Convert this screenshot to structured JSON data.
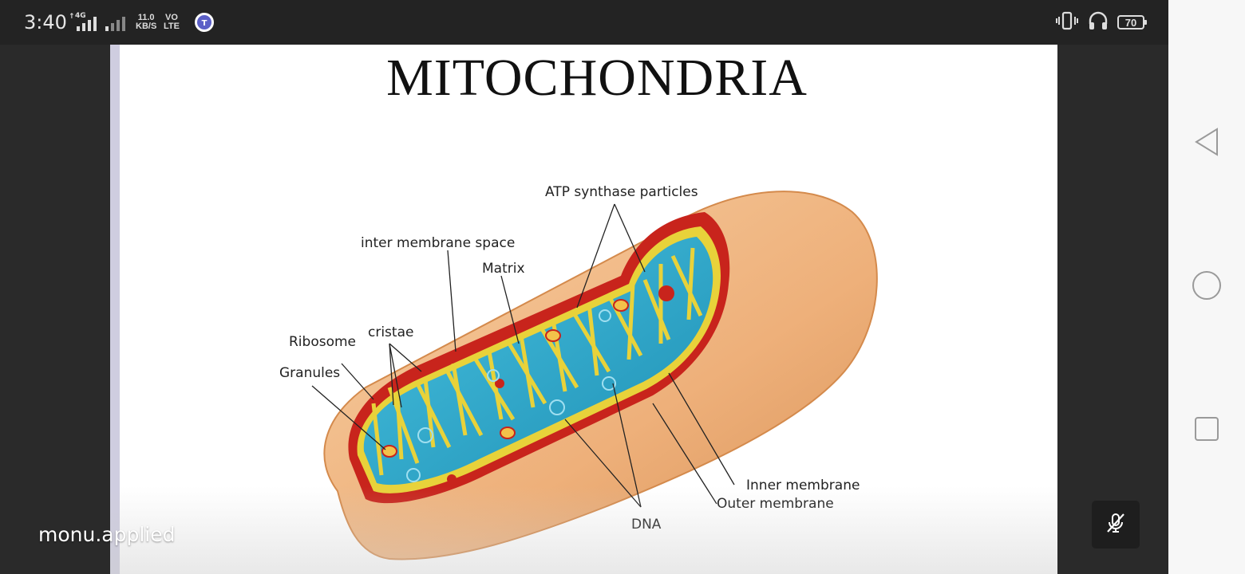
{
  "status_bar": {
    "time": "3:40",
    "network_label": "4G",
    "speed_value": "11.0",
    "speed_unit": "KB/S",
    "volte_top": "VO",
    "volte_bottom": "LTE",
    "battery_level": "70",
    "icons": [
      "signal-icon",
      "teams-icon",
      "vibrate-icon",
      "headphones-icon",
      "battery-icon"
    ]
  },
  "slide": {
    "title": "MITOCHONDRIA",
    "labels": {
      "atp": "ATP synthase particles",
      "intermembrane": "inter membrane space",
      "matrix": "Matrix",
      "cristae": "cristae",
      "ribosome": "Ribosome",
      "granules": "Granules",
      "inner": "Inner membrane",
      "outer": "Outer membrane",
      "dna": "DNA"
    },
    "colors": {
      "outer_membrane": "#f0b480",
      "matrix": "#2aa7c9",
      "cristae_outline": "#e8d23a",
      "red_layer": "#c8241c"
    }
  },
  "overlay": {
    "channel_name": "monu.applied",
    "mute_icon": "mic-off-icon"
  },
  "navigation": {
    "buttons": [
      "back-icon",
      "home-icon",
      "recents-icon"
    ]
  }
}
